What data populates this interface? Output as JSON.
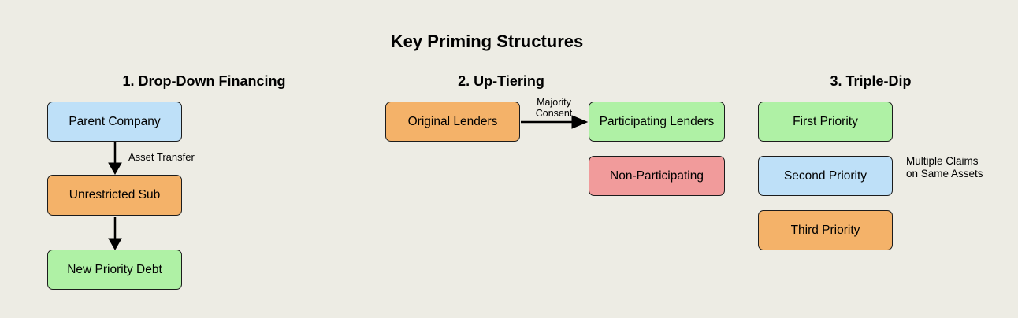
{
  "title": "Key Priming Structures",
  "colors": {
    "background": "#edece4",
    "blue": "#bee0f8",
    "orange": "#f4b269",
    "green": "#aff1a5",
    "red": "#f19b9b",
    "border": "#1c1c1c",
    "arrow": "#000000"
  },
  "sections": [
    {
      "heading": "1. Drop-Down Financing",
      "boxes": [
        {
          "label": "Parent Company",
          "color": "blue"
        },
        {
          "label": "Unrestricted Sub",
          "color": "orange"
        },
        {
          "label": "New Priority Debt",
          "color": "green"
        }
      ],
      "edge_label": "Asset Transfer"
    },
    {
      "heading": "2. Up-Tiering",
      "boxes": [
        {
          "label": "Original Lenders",
          "color": "orange"
        },
        {
          "label": "Participating Lenders",
          "color": "green"
        },
        {
          "label": "Non-Participating",
          "color": "red"
        }
      ],
      "edge_label_line1": "Majority",
      "edge_label_line2": "Consent"
    },
    {
      "heading": "3. Triple-Dip",
      "boxes": [
        {
          "label": "First Priority",
          "color": "green"
        },
        {
          "label": "Second Priority",
          "color": "blue"
        },
        {
          "label": "Third Priority",
          "color": "orange"
        }
      ],
      "annotation_line1": "Multiple Claims",
      "annotation_line2": "on Same Assets"
    }
  ]
}
